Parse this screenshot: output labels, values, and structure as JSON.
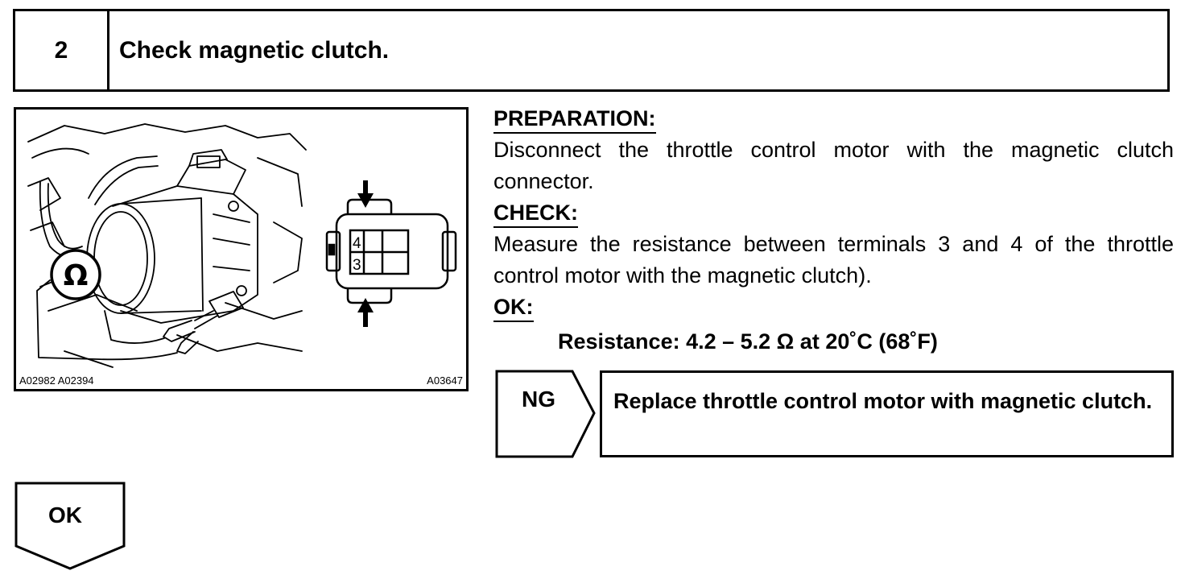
{
  "header": {
    "step_number": "2",
    "title": "Check magnetic clutch."
  },
  "figure": {
    "code_left": "A02982 A02394",
    "code_right": "A03647",
    "ohm_symbol": "Ω",
    "terminal_upper": "4",
    "terminal_lower": "3",
    "icons": [
      "ohmmeter-icon",
      "connector-icon",
      "arrow-down-icon",
      "arrow-up-icon"
    ]
  },
  "procedure": {
    "preparation_heading": "PREPARATION:",
    "preparation_text": "Disconnect the throttle control motor with the magnetic clutch connector.",
    "check_heading": "CHECK:",
    "check_text": "Measure the resistance between terminals 3 and 4 of the throttle control motor with the magnetic clutch).",
    "ok_heading": "OK:",
    "spec": "Resistance: 4.2 – 5.2 Ω at 20˚C (68˚F)"
  },
  "results": {
    "ng_label": "NG",
    "ng_action": "Replace throttle control motor with magnetic clutch.",
    "ok_label": "OK"
  }
}
